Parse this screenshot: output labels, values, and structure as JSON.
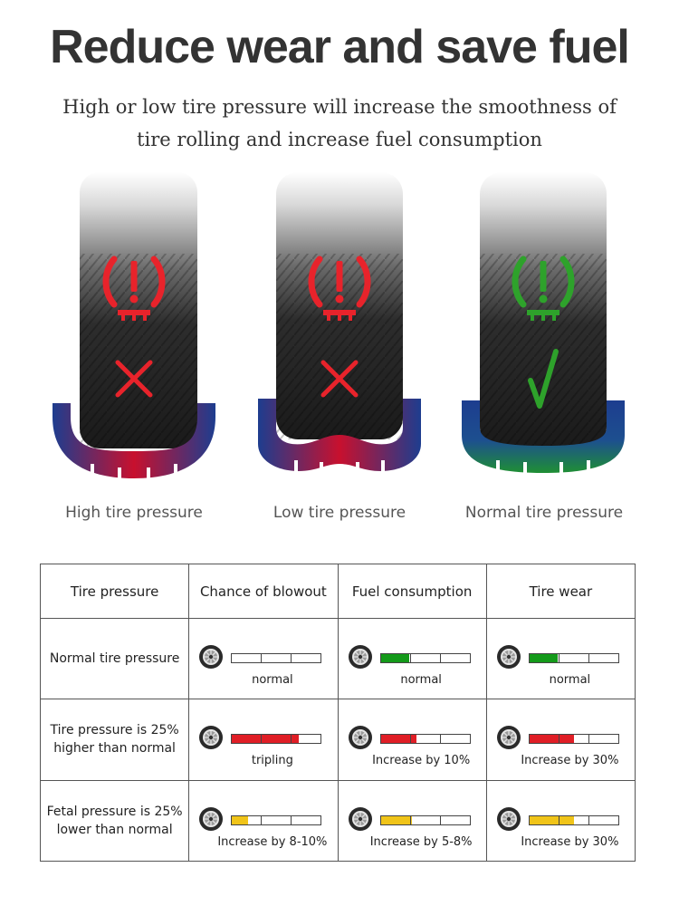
{
  "header": {
    "title": "Reduce wear and save fuel",
    "subtitle": "High or low tire pressure will increase the smoothness of tire rolling and increase fuel consumption"
  },
  "tires": [
    {
      "label": "High tire pressure",
      "status": "bad",
      "icon": "cross-icon",
      "color": "#e8232b"
    },
    {
      "label": "Low tire pressure",
      "status": "bad",
      "icon": "cross-icon",
      "color": "#e8232b"
    },
    {
      "label": "Normal tire pressure",
      "status": "good",
      "icon": "check-icon",
      "color": "#2ea22b"
    }
  ],
  "colors": {
    "green": "#149a1a",
    "red": "#e01e26",
    "yellow": "#f0c419"
  },
  "table": {
    "headers": [
      "Tire pressure",
      "Chance of blowout",
      "Fuel consumption",
      "Tire wear"
    ],
    "rows": [
      {
        "label": "Normal tire pressure",
        "cells": [
          {
            "label": "normal",
            "level": 0,
            "color": ""
          },
          {
            "label": "normal",
            "level": 0.33,
            "color": "#149a1a"
          },
          {
            "label": "normal",
            "level": 0.33,
            "color": "#149a1a"
          }
        ]
      },
      {
        "label": "Tire pressure is 25% higher than normal",
        "cells": [
          {
            "label": "tripling",
            "level": 0.75,
            "color": "#e01e26"
          },
          {
            "label": "Increase by 10%",
            "level": 0.4,
            "color": "#e01e26"
          },
          {
            "label": "Increase by 30%",
            "level": 0.5,
            "color": "#e01e26"
          }
        ]
      },
      {
        "label": "Fetal pressure is 25% lower than normal",
        "cells": [
          {
            "label": "Increase by 8-10%",
            "level": 0.18,
            "color": "#f0c419"
          },
          {
            "label": "Increase by 5-8%",
            "level": 0.35,
            "color": "#f0c419"
          },
          {
            "label": "Increase by 30%",
            "level": 0.5,
            "color": "#f0c419"
          }
        ]
      }
    ]
  }
}
